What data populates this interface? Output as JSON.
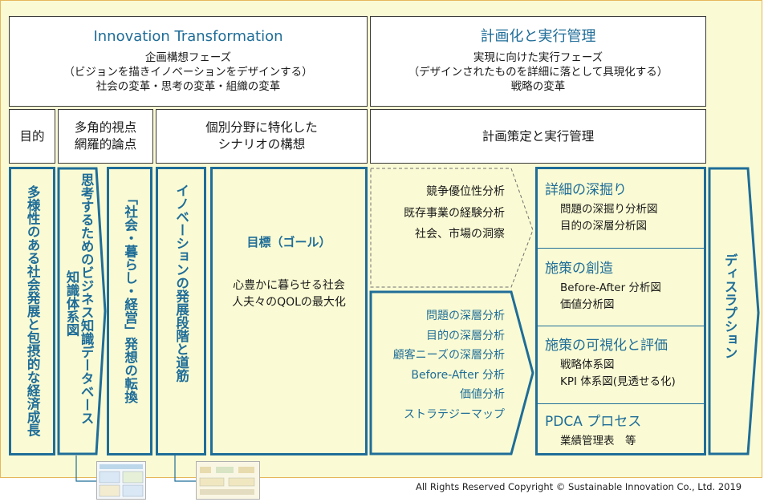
{
  "header": {
    "left": {
      "title": "Innovation Transformation",
      "lines": [
        "企画構想フェーズ",
        "（ビジョンを描きイノベーションをデザインする）",
        "社会の変革・思考の変革・組織の変革"
      ]
    },
    "right": {
      "title": "計画化と実行管理",
      "lines": [
        "実現に向けた実行フェーズ",
        "（デザインされたものを詳細に落として具現化する）",
        "戦略の変革"
      ]
    }
  },
  "row2": {
    "purpose": "目的",
    "perspective": [
      "多角的視点",
      "網羅的論点"
    ],
    "scenario": [
      "個別分野に特化した",
      "シナリオの構想"
    ],
    "planning": "計画策定と実行管理"
  },
  "columns": {
    "purpose_vertical": "多様性のある社会発展と包摂的な経済成長",
    "knowledge_db": [
      "思考するためのビジネス知識データベース",
      "知識体系図"
    ],
    "paradigm": "「社会・暮らし・経営」発想の転換",
    "innovation_stage": "イノベーションの発展段階と道筋",
    "goal": {
      "title": "目標（ゴール）",
      "lines": [
        "心豊かに暮らせる社会",
        "人夫々のQOLの最大化"
      ]
    },
    "analysis_top": [
      "競争優位性分析",
      "既存事業の経験分析",
      "社会、市場の洞察"
    ],
    "analysis_bottom": [
      "問題の深層分析",
      "目的の深層分析",
      "顧客ニーズの深層分析",
      "Before-After 分析",
      "価値分析",
      "ストラテジーマップ"
    ],
    "detail_sections": [
      {
        "title": "詳細の深掘り",
        "items": [
          "問題の深掘り分析図",
          "目的の深層分析図"
        ]
      },
      {
        "title": "施策の創造",
        "items": [
          "Before-After 分析図",
          "価値分析図"
        ]
      },
      {
        "title": "施策の可視化と評価",
        "items": [
          "戦略体系図",
          "KPI 体系図(見透せる化)"
        ]
      },
      {
        "title": "PDCA プロセス",
        "items": [
          "業績管理表　等"
        ]
      }
    ],
    "disruption": "ディスラプション"
  },
  "thumbnails": [
    {
      "name": "knowledge-map-thumbnail"
    },
    {
      "name": "stage-diagram-thumbnail"
    }
  ],
  "footer": {
    "copyright": "All Rights Reserved  Copyright © Sustainable Innovation  Co., Ltd.  2019"
  },
  "colors": {
    "accent": "#1f6d98",
    "background": "#fafbd4",
    "frame": "#e6b75a"
  }
}
